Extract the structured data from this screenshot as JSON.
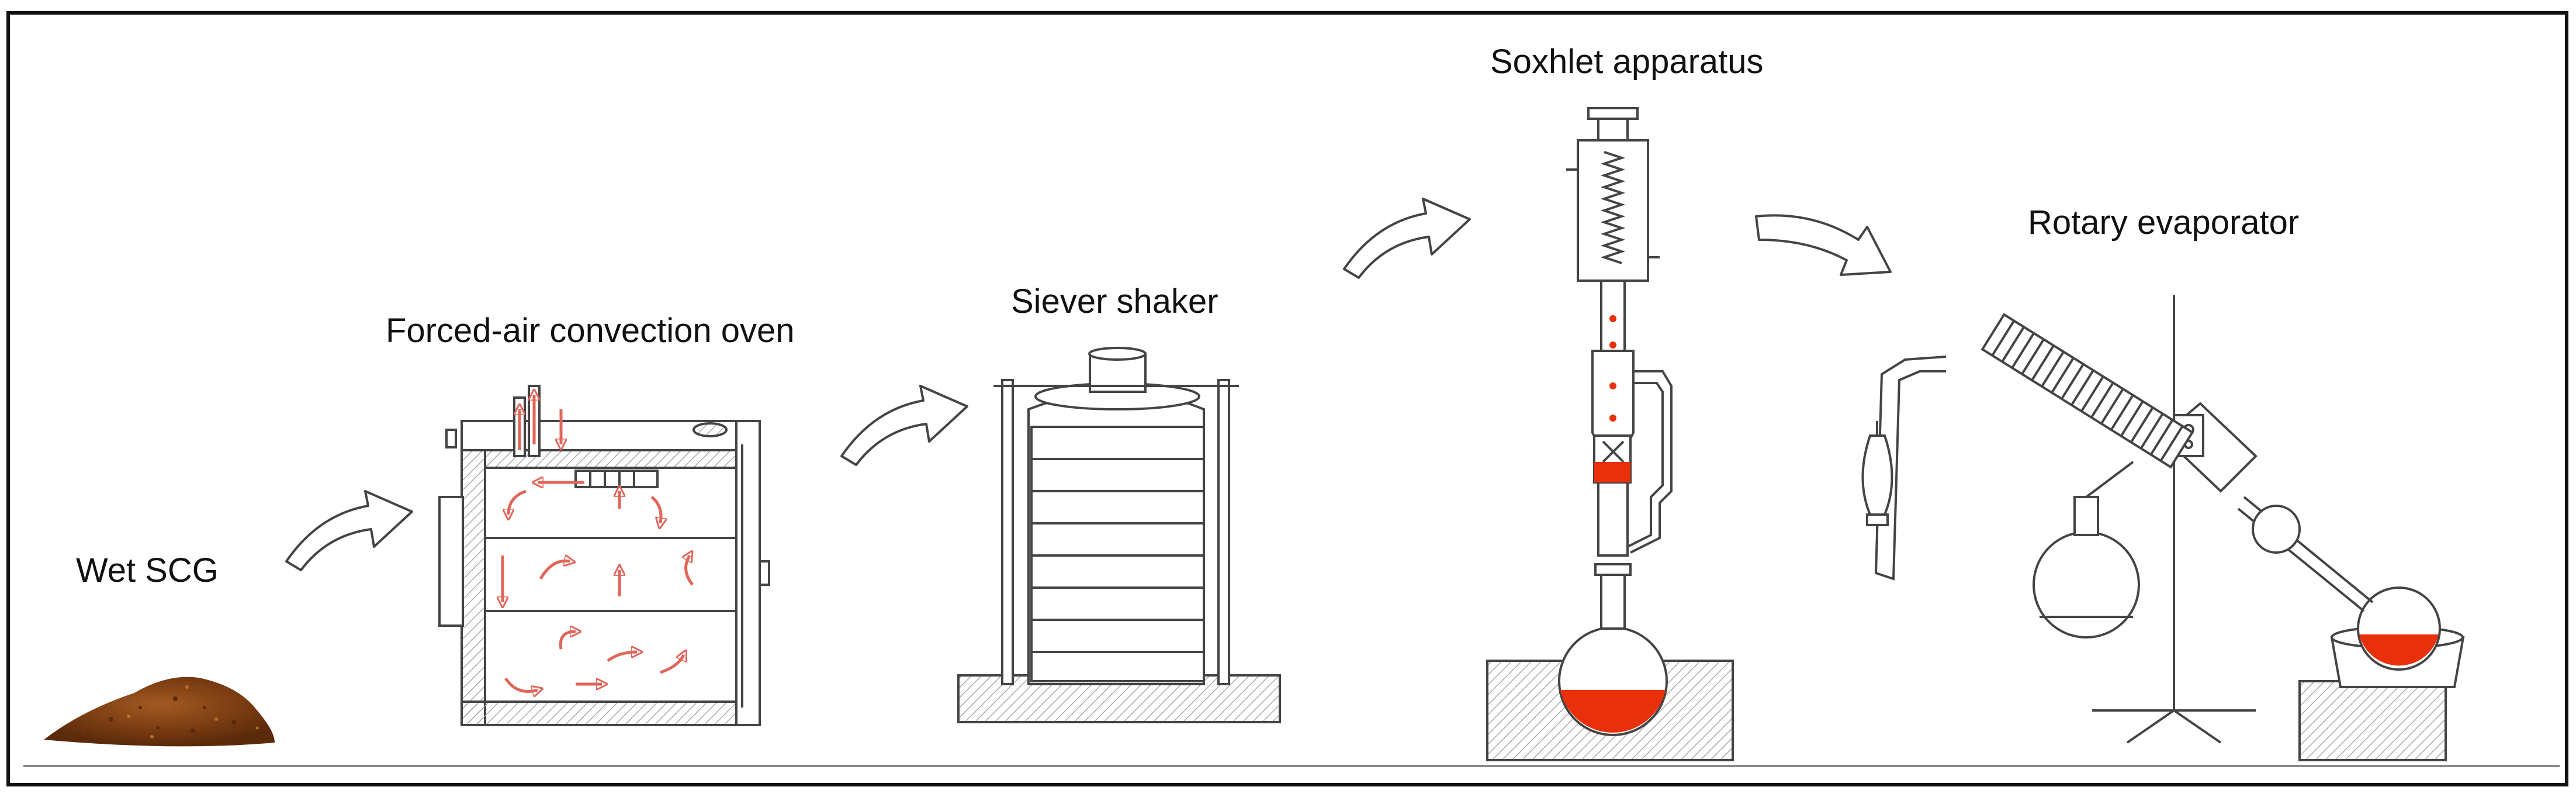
{
  "labels": {
    "wet_scg": "Wet SCG",
    "oven": "Forced-air convection oven",
    "sieve": "Siever shaker",
    "soxhlet": "Soxhlet apparatus",
    "rotary": "Rotary evaporator"
  },
  "colors": {
    "line": "#3a3a3a",
    "liquid": "#e8300a",
    "air_arrows": "#e0665a",
    "coffee": "#7a3c12",
    "hatch": "#8a8a8a"
  },
  "icons": [
    "flow-arrow-icon",
    "coffee-grounds-icon",
    "hot-plate-icon"
  ]
}
